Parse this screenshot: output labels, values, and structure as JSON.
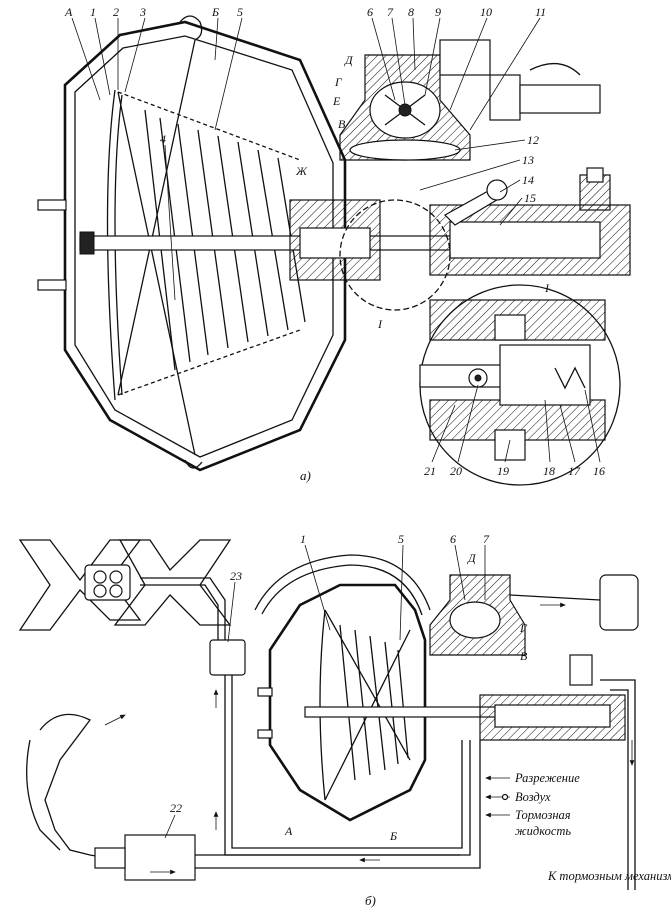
{
  "diagram": {
    "panel_a": {
      "caption": "а)",
      "callouts_top": [
        "А",
        "1",
        "2",
        "3",
        "Б",
        "5",
        "6",
        "7",
        "8",
        "9",
        "10",
        "11"
      ],
      "callouts_left": [
        "Д",
        "Г",
        "Е",
        "В",
        "Ж"
      ],
      "callout_4": "4",
      "callouts_right": [
        "12",
        "13",
        "14",
        "15"
      ],
      "section_mark": "I",
      "inset": {
        "title": "I",
        "callouts": [
          "21",
          "20",
          "19",
          "18",
          "17",
          "16"
        ]
      }
    },
    "panel_b": {
      "caption": "б)",
      "callouts": [
        "1",
        "5",
        "6",
        "Д",
        "7",
        "Г",
        "В",
        "23",
        "22",
        "А",
        "Б"
      ],
      "legend": [
        {
          "label": "Разрежение",
          "symbol": "arrow-hook"
        },
        {
          "label": "Воздух",
          "symbol": "arrow-circle"
        },
        {
          "label": "Тормозная",
          "symbol": "arrow-plain"
        },
        {
          "label": "жидкость",
          "symbol": "none"
        }
      ],
      "to_brakes": "К тормозным механизмам"
    }
  }
}
